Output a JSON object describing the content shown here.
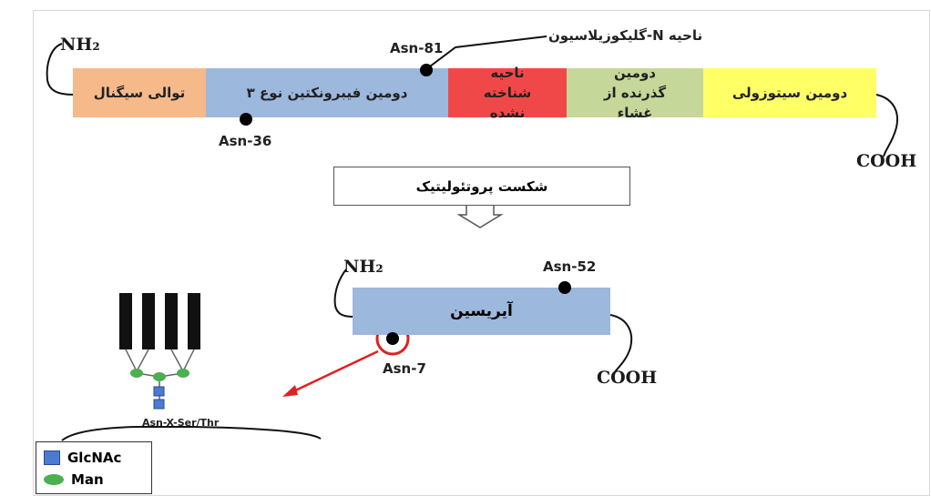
{
  "colors": {
    "signal": "#f6b98a",
    "fibronectin": "#9cb8dc",
    "unknown": "#f04848",
    "transmembrane": "#c5d89a",
    "cytosolic": "#ffff66",
    "aerysin": "#9cb8dc",
    "glcnac": "#4a7bd0",
    "man": "#4caf50"
  },
  "precursor": {
    "nh2": "NH₂",
    "cooh": "COOH",
    "domains": [
      {
        "id": "signal",
        "label": "توالی سیگنال"
      },
      {
        "id": "fibronectin",
        "label": "دومین فیبرونکتین نوع ۳"
      },
      {
        "id": "unknown",
        "label": "ناحیه شناخته نشده"
      },
      {
        "id": "transmembrane",
        "label": "دومین گذرنده از غشاء"
      },
      {
        "id": "cytosolic",
        "label": "دومین سیتوزولی"
      }
    ],
    "asn81": "Asn-81",
    "glyco_label": "ناحیه N-گلیکوزیلاسیون",
    "asn36": "Asn-36"
  },
  "step": {
    "label": "شکست پروتئولیتیک"
  },
  "mature": {
    "nh2": "NH₂",
    "cooh": "COOH",
    "label": "آیریسین",
    "asn52": "Asn-52",
    "asn7": "Asn-7"
  },
  "glycan": {
    "motif": "Asn-X-Ser/Thr"
  },
  "legend": {
    "glcnac": "GlcNAc",
    "man": "Man"
  }
}
